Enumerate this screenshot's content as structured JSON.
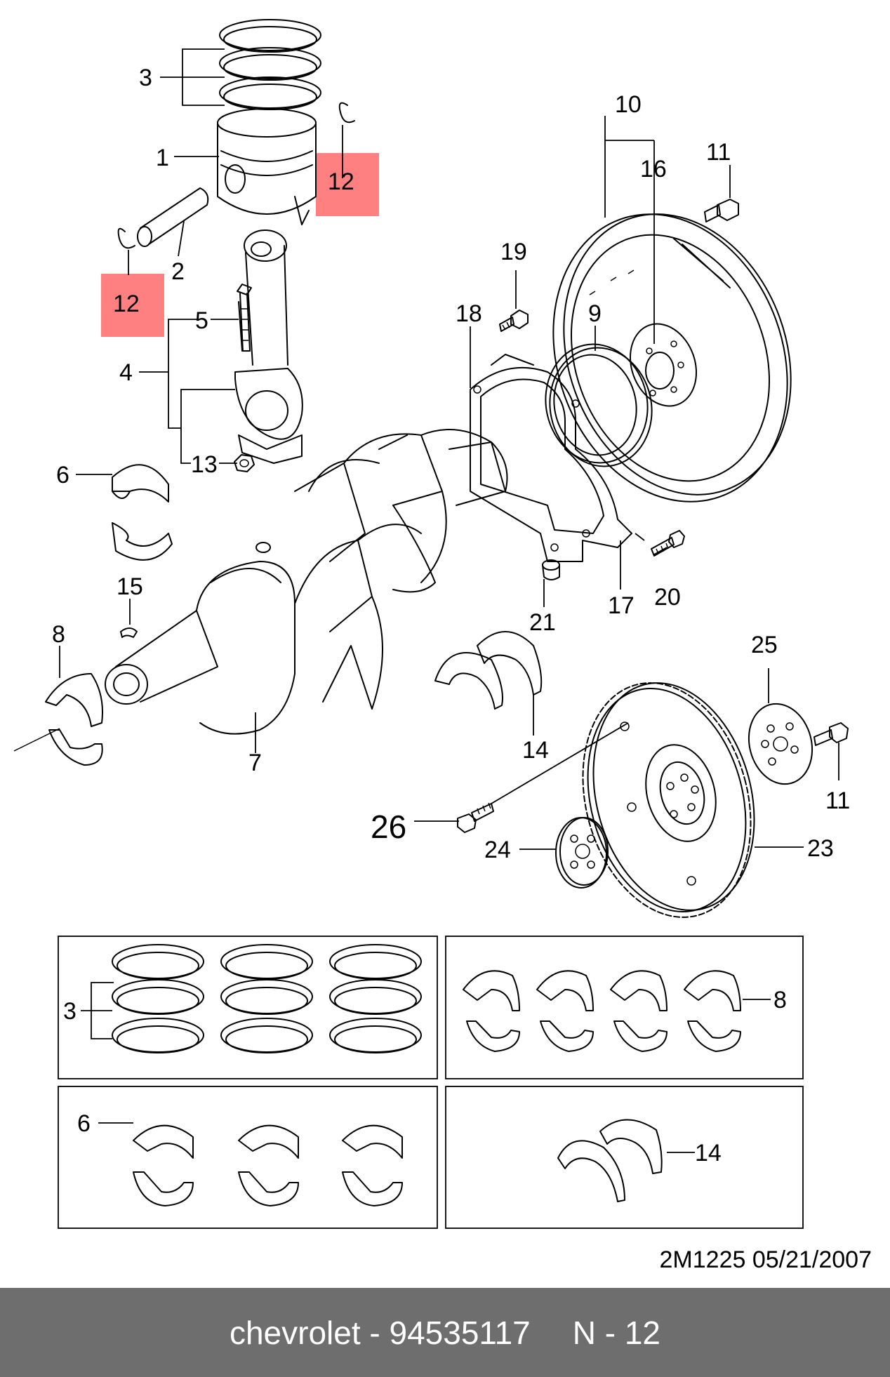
{
  "callouts": {
    "c1": "1",
    "c2": "2",
    "c3": "3",
    "c3b": "3",
    "c4": "4",
    "c5": "5",
    "c6": "6",
    "c6b": "6",
    "c7": "7",
    "c8": "8",
    "c8b": "8",
    "c9": "9",
    "c10": "10",
    "c11": "11",
    "c11b": "11",
    "c12a": "12",
    "c12b": "12",
    "c13": "13",
    "c14": "14",
    "c14b": "14",
    "c15": "15",
    "c16": "16",
    "c17": "17",
    "c18": "18",
    "c19": "19",
    "c20": "20",
    "c21": "21",
    "c23": "23",
    "c24": "24",
    "c25": "25",
    "c26": "26"
  },
  "highlight_color": "#ff8080",
  "highlighted_part": "12",
  "doc_ref": "2M1225  05/21/2007",
  "footer": {
    "brand": "chevrolet - 94535117",
    "page": "N - 12",
    "bg_color": "#6e6e6e"
  }
}
